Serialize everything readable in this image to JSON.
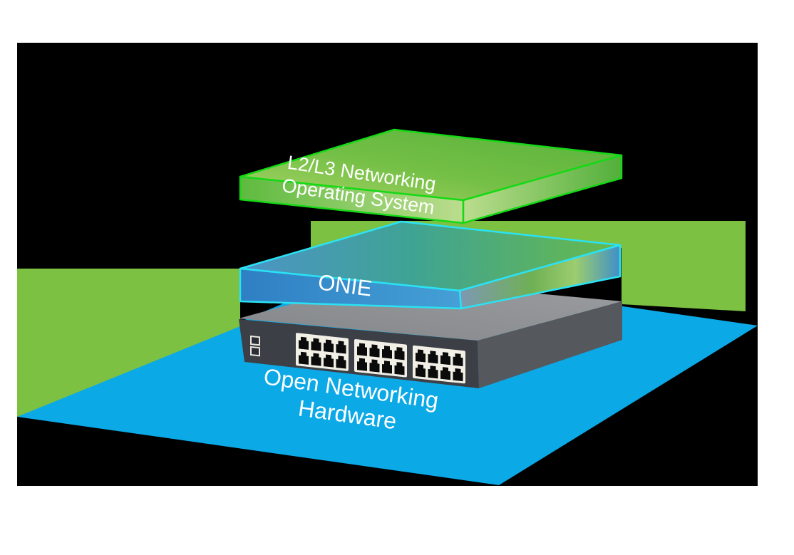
{
  "diagram": {
    "description": "Open networking stack diagram: NOS over ONIE over open networking hardware",
    "text_color": "#ffffff",
    "background": {
      "canvas_color": "#ffffff",
      "panel_color": "#000000"
    },
    "bands": {
      "green_band_color": "#7CC142",
      "blue_floor_color": "#0CA9E7"
    },
    "layers": {
      "nos": {
        "line1": "L2/L3 Networking",
        "line2": "Operating System",
        "border_color": "#16D916"
      },
      "onie": {
        "label": "ONIE",
        "border_color": "#2BE2F4"
      },
      "hardware": {
        "line1": "Open Networking",
        "line2": "Hardware",
        "chassis_front_color": "#3C4046",
        "chassis_side_color": "#55585C",
        "port_panel_color": "#F2F0E6",
        "port_color": "#0B0B0B",
        "port_groups": 3,
        "ports_per_group": 8,
        "port_rows": 2,
        "led_count": 2
      }
    }
  }
}
